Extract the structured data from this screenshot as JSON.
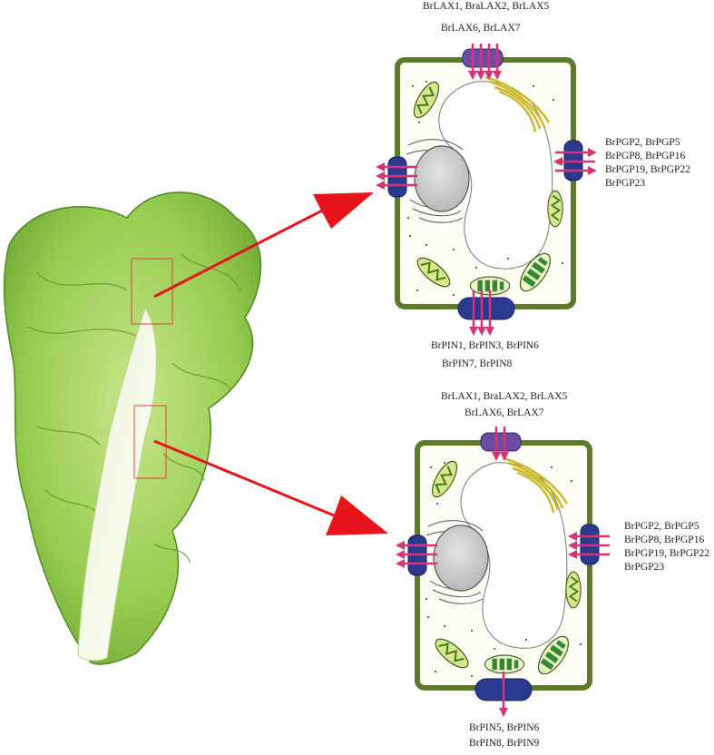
{
  "cell_top": {
    "lax_line1": "BrLAX1, BraLAX2, BrLAX5",
    "lax_line2": "BrLAX6, BrLAX7",
    "pgp_lines": [
      "BrPGP2, BrPGP5",
      "BrPGP8, BrPGP16",
      "BrPGP19, BrPGP22",
      "BrPGP23"
    ],
    "pin_line1": "BrPIN1,  BrPIN3, BrPIN6",
    "pin_line2": "BrPIN7, BrPIN8"
  },
  "cell_bottom": {
    "lax_line1": "BrLAX1, BraLAX2, BrLAX5",
    "lax_line2": "BrLAX6, BrLAX7",
    "pgp_lines": [
      "BrPGP2, BrPGP5",
      "BrPGP8, BrPGP16",
      "BrPGP19, BrPGP22",
      "BrPGP23"
    ],
    "pin_line1": "BrPIN5, BrPIN6",
    "pin_line2": "BrPIN8, BrPIN9"
  },
  "colors": {
    "cell_wall": "#5b7a2a",
    "lax_carrier": "#6b4ea3",
    "pin_pgp_carrier": "#2b3a8f",
    "flux_arrow": "#d6337a",
    "pointer_arrow": "#e8141c",
    "leaf_green": "#8cc63f",
    "midrib": "#f3f7ea"
  },
  "icons": [
    "cabbage-leaf-image",
    "plant-cell-diagram",
    "auxin-influx-carrier",
    "auxin-efflux-carrier"
  ]
}
